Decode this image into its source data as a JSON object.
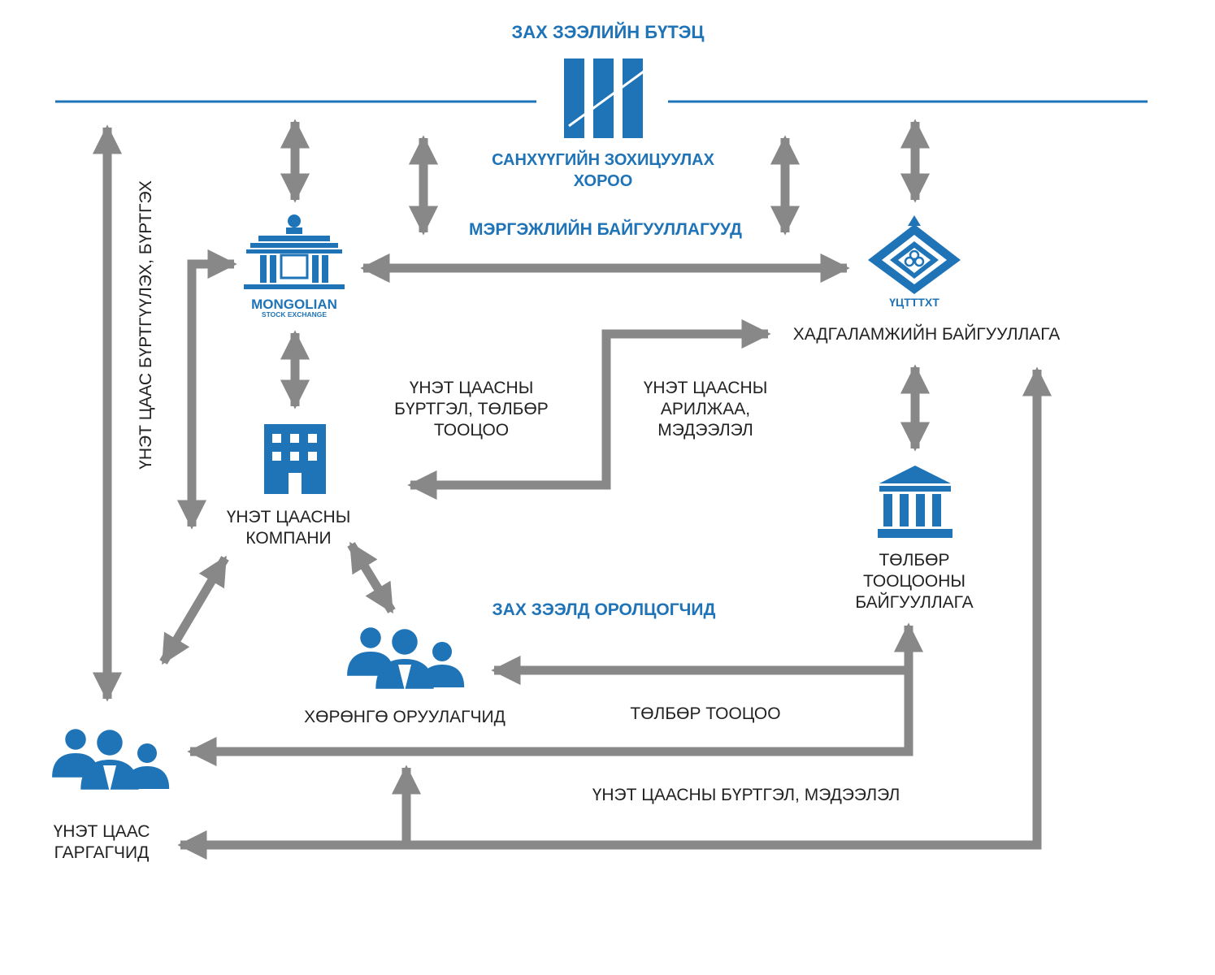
{
  "title": "ЗАХ ЗЭЭЛИЙН БҮТЭЦ",
  "colors": {
    "accent": "#1f73b7",
    "arrow": "#888888",
    "text": "#222222"
  },
  "nodes": {
    "regulator": {
      "label_line1": "САНХҮҮГИЙН ЗОХИЦУУЛАХ",
      "label_line2": "ХОРОО",
      "icon": "regulator-logo-icon"
    },
    "professional": {
      "label": "МЭРГЭЖЛИЙН БАЙГУУЛЛАГУУД"
    },
    "exchange": {
      "logo_line1": "MONGOLIAN",
      "logo_line2": "STOCK EXCHANGE",
      "icon": "stock-exchange-building-icon"
    },
    "depository": {
      "logo_text": "ҮЦТТТХТ",
      "label": "ХАДГАЛАМЖИЙН БАЙГУУЛЛАГА",
      "icon": "depository-logo-icon"
    },
    "company": {
      "label_line1": "ҮНЭТ ЦААСНЫ",
      "label_line2": "КОМПАНИ",
      "icon": "office-building-icon"
    },
    "clearing": {
      "label_line1": "ТӨЛБӨР",
      "label_line2": "ТООЦООНЫ",
      "label_line3": "БАЙГУУЛЛАГА",
      "icon": "bank-icon"
    },
    "participants": {
      "label": "ЗАХ ЗЭЭЛД ОРОЛЦОГЧИД"
    },
    "investors": {
      "label": "ХӨРӨНГӨ ОРУУЛАГЧИД",
      "icon": "people-group-icon"
    },
    "issuers": {
      "label_line1": "ҮНЭТ ЦААС",
      "label_line2": "ГАРГАГЧИД",
      "icon": "people-group-icon"
    }
  },
  "flows": {
    "registration_settlement": {
      "line1": "ҮНЭТ ЦААСНЫ",
      "line2": "БҮРТГЭЛ, ТӨЛБӨР",
      "line3": "ТООЦОО"
    },
    "trading_info": {
      "line1": "ҮНЭТ ЦААСНЫ",
      "line2": "АРИЛЖАА,",
      "line3": "МЭДЭЭЛЭЛ"
    },
    "settlement": {
      "label": "ТӨЛБӨР ТООЦОО"
    },
    "registration_info": {
      "label": "ҮНЭТ ЦААСНЫ БҮРТГЭЛ, МЭДЭЭЛЭЛ"
    },
    "issuer_registration": {
      "label": "ҮНЭТ ЦААС БҮРТГҮҮЛЭХ, БҮРТГЭХ"
    }
  }
}
